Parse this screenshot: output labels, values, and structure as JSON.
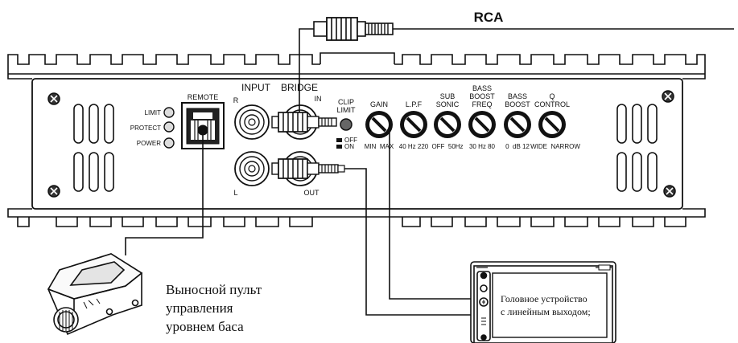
{
  "rca_label": "RCA",
  "panel": {
    "remote_label": "REMOTE",
    "leds": {
      "limit": "LIMIT",
      "protect": "PROTECT",
      "power": "POWER"
    },
    "input_label": "INPUT",
    "bridge_label": "BRIDGE",
    "r_label": "R",
    "l_label": "L",
    "in_label": "IN",
    "out_label": "OUT",
    "clip_limit": {
      "line1": "CLIP",
      "line2": "LIMIT",
      "off": "OFF",
      "on": "ON"
    },
    "knobs": [
      {
        "label_lines": [
          "GAIN"
        ],
        "scale": "MIN  MAX"
      },
      {
        "label_lines": [
          "L.P.F"
        ],
        "scale": "40 Hz 220"
      },
      {
        "label_lines": [
          "SUB",
          "SONIC"
        ],
        "scale": "OFF  50Hz"
      },
      {
        "label_lines": [
          "BASS",
          "BOOST",
          "FREQ"
        ],
        "scale": "30 Hz 80"
      },
      {
        "label_lines": [
          "BASS",
          "BOOST"
        ],
        "scale": "0  dB 12"
      },
      {
        "label_lines": [
          "Q",
          "CONTROL"
        ],
        "scale": "WIDE  NARROW"
      }
    ]
  },
  "remote_caption": [
    "Выносной пульт",
    "управления",
    "уровнем баса"
  ],
  "head_unit_caption": [
    "Головное устройство",
    "с линейным выходом;"
  ]
}
